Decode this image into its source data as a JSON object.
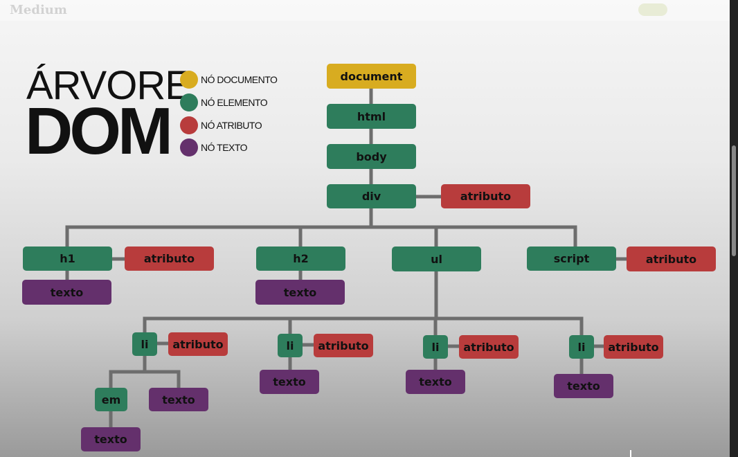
{
  "header": {
    "brand": "Medium",
    "nav_link": "",
    "signin": "",
    "write": "",
    "code_lines": [
      "",
      "",
      ""
    ]
  },
  "title": {
    "line1": "ÁRVORE",
    "line2": "DOM"
  },
  "legend": [
    {
      "label": "NÓ DOCUMENTO",
      "color": "#d8ac20"
    },
    {
      "label": "NÓ ELEMENTO",
      "color": "#2e7d5c"
    },
    {
      "label": "NÓ ATRIBUTO",
      "color": "#b83c3c"
    },
    {
      "label": "NÓ TEXTO",
      "color": "#64306c"
    }
  ],
  "nodes": {
    "document": "document",
    "html": "html",
    "body": "body",
    "div": "div",
    "div_attr": "atributo",
    "h1": "h1",
    "h1_attr": "atributo",
    "h1_text": "texto",
    "h2": "h2",
    "h2_text": "texto",
    "ul": "ul",
    "script": "script",
    "script_attr": "atributo",
    "li1": "li",
    "li1_attr": "atributo",
    "em": "em",
    "em_text": "texto",
    "li1_text": "texto",
    "li2": "li",
    "li2_attr": "atributo",
    "li2_text": "texto",
    "li3": "li",
    "li3_attr": "atributo",
    "li3_text": "texto",
    "li4": "li",
    "li4_attr": "atributo",
    "li4_text": "texto"
  }
}
